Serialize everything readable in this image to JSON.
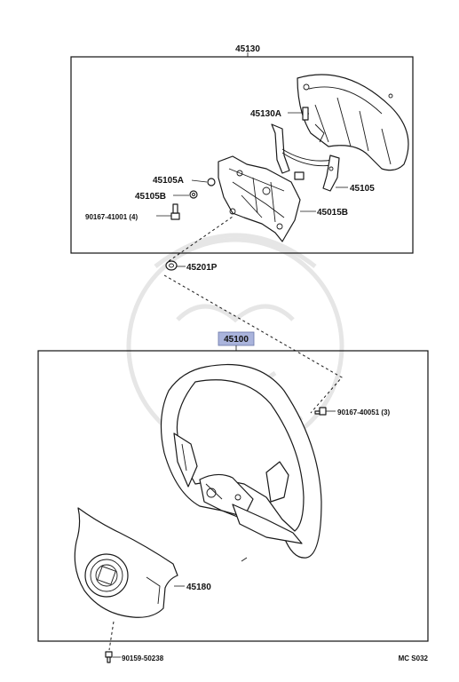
{
  "labels": {
    "assembly_top": "45130",
    "housing_cover": "45130A",
    "nut_a": "45105A",
    "nut_b": "45105B",
    "bolt_small": "90167-41001 (4)",
    "bracket_right": "45105",
    "base_plate": "45015B",
    "ring_nut": "45201P",
    "wheel_assembly": "45100",
    "wheel_bolt": "90167-40051 (3)",
    "horn_pad": "45180",
    "screw_bottom": "90159-50238",
    "diagram_code": "MC S032"
  },
  "colors": {
    "highlight": "#aab4dc",
    "ink": "#111111"
  }
}
